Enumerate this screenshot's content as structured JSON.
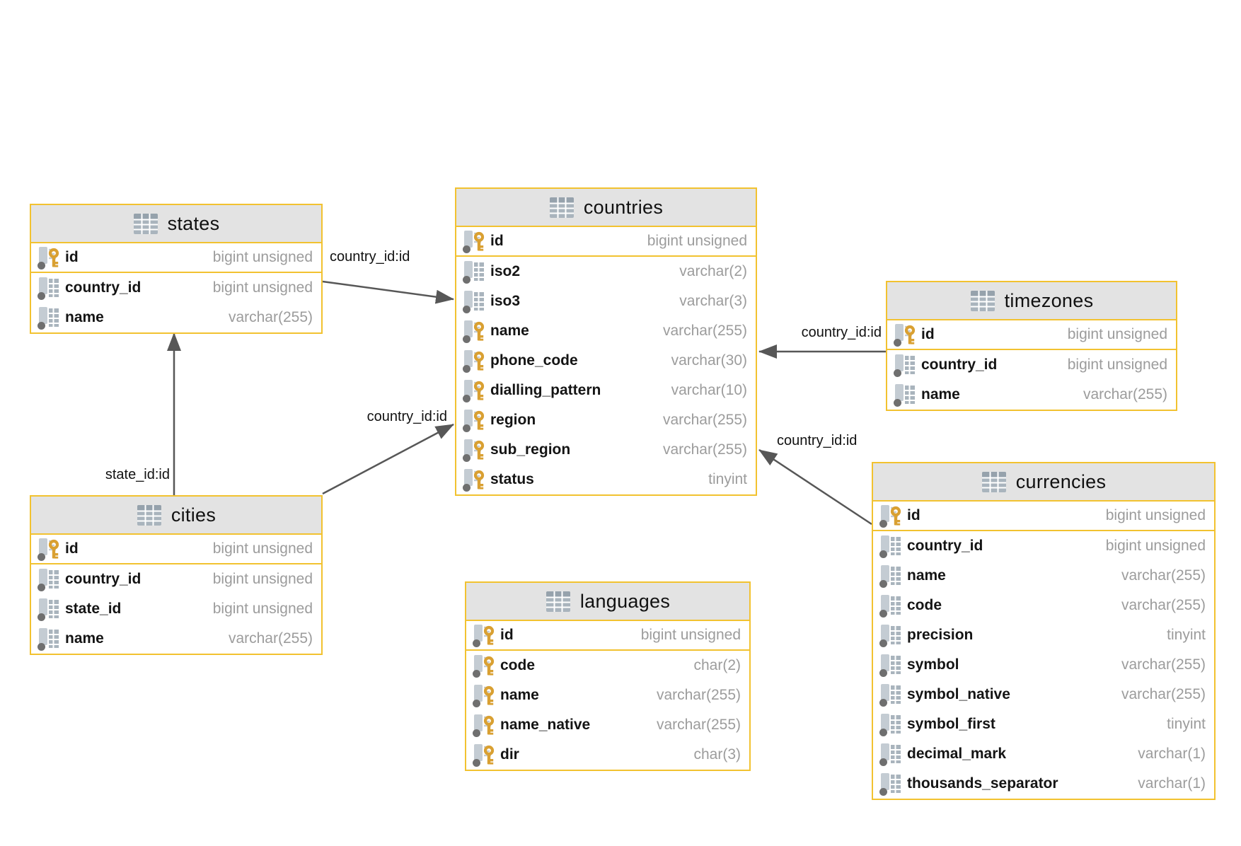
{
  "diagram": {
    "tables": [
      {
        "name": "states",
        "columns": [
          {
            "name": "id",
            "type": "bigint unsigned",
            "icon": "key",
            "pk": true
          },
          {
            "name": "country_id",
            "type": "bigint unsigned",
            "icon": "column",
            "pk": false
          },
          {
            "name": "name",
            "type": "varchar(255)",
            "icon": "column",
            "pk": false
          }
        ]
      },
      {
        "name": "countries",
        "columns": [
          {
            "name": "id",
            "type": "bigint unsigned",
            "icon": "key",
            "pk": true
          },
          {
            "name": "iso2",
            "type": "varchar(2)",
            "icon": "column",
            "pk": false
          },
          {
            "name": "iso3",
            "type": "varchar(3)",
            "icon": "column",
            "pk": false
          },
          {
            "name": "name",
            "type": "varchar(255)",
            "icon": "key",
            "pk": false
          },
          {
            "name": "phone_code",
            "type": "varchar(30)",
            "icon": "key",
            "pk": false
          },
          {
            "name": "dialling_pattern",
            "type": "varchar(10)",
            "icon": "key",
            "pk": false
          },
          {
            "name": "region",
            "type": "varchar(255)",
            "icon": "key",
            "pk": false
          },
          {
            "name": "sub_region",
            "type": "varchar(255)",
            "icon": "key",
            "pk": false
          },
          {
            "name": "status",
            "type": "tinyint",
            "icon": "key",
            "pk": false
          }
        ]
      },
      {
        "name": "timezones",
        "columns": [
          {
            "name": "id",
            "type": "bigint unsigned",
            "icon": "key",
            "pk": true
          },
          {
            "name": "country_id",
            "type": "bigint unsigned",
            "icon": "column",
            "pk": false
          },
          {
            "name": "name",
            "type": "varchar(255)",
            "icon": "column",
            "pk": false
          }
        ]
      },
      {
        "name": "cities",
        "columns": [
          {
            "name": "id",
            "type": "bigint unsigned",
            "icon": "key",
            "pk": true
          },
          {
            "name": "country_id",
            "type": "bigint unsigned",
            "icon": "column",
            "pk": false
          },
          {
            "name": "state_id",
            "type": "bigint unsigned",
            "icon": "column",
            "pk": false
          },
          {
            "name": "name",
            "type": "varchar(255)",
            "icon": "column",
            "pk": false
          }
        ]
      },
      {
        "name": "languages",
        "columns": [
          {
            "name": "id",
            "type": "bigint unsigned",
            "icon": "key",
            "pk": true
          },
          {
            "name": "code",
            "type": "char(2)",
            "icon": "key",
            "pk": false
          },
          {
            "name": "name",
            "type": "varchar(255)",
            "icon": "key",
            "pk": false
          },
          {
            "name": "name_native",
            "type": "varchar(255)",
            "icon": "key",
            "pk": false
          },
          {
            "name": "dir",
            "type": "char(3)",
            "icon": "key",
            "pk": false
          }
        ]
      },
      {
        "name": "currencies",
        "columns": [
          {
            "name": "id",
            "type": "bigint unsigned",
            "icon": "key",
            "pk": true
          },
          {
            "name": "country_id",
            "type": "bigint unsigned",
            "icon": "column",
            "pk": false
          },
          {
            "name": "name",
            "type": "varchar(255)",
            "icon": "column",
            "pk": false
          },
          {
            "name": "code",
            "type": "varchar(255)",
            "icon": "column",
            "pk": false
          },
          {
            "name": "precision",
            "type": "tinyint",
            "icon": "column",
            "pk": false
          },
          {
            "name": "symbol",
            "type": "varchar(255)",
            "icon": "column",
            "pk": false
          },
          {
            "name": "symbol_native",
            "type": "varchar(255)",
            "icon": "column",
            "pk": false
          },
          {
            "name": "symbol_first",
            "type": "tinyint",
            "icon": "column",
            "pk": false
          },
          {
            "name": "decimal_mark",
            "type": "varchar(1)",
            "icon": "column",
            "pk": false
          },
          {
            "name": "thousands_separator",
            "type": "varchar(1)",
            "icon": "column",
            "pk": false
          }
        ]
      }
    ],
    "relationships": [
      {
        "from": "states.country_id",
        "to": "countries.id",
        "label": "country_id:id"
      },
      {
        "from": "cities.state_id",
        "to": "states.id",
        "label": "state_id:id"
      },
      {
        "from": "cities.country_id",
        "to": "countries.id",
        "label": "country_id:id"
      },
      {
        "from": "timezones.country_id",
        "to": "countries.id",
        "label": "country_id:id"
      },
      {
        "from": "currencies.country_id",
        "to": "countries.id",
        "label": "country_id:id"
      }
    ],
    "colors": {
      "table_border": "#f2c230",
      "header_background": "#e3e3e3",
      "column_name": "#141414",
      "column_type": "#9c9c9c",
      "wire": "#575757",
      "key_icon": "#d9a032",
      "grid_icon": "#a9b4bd"
    }
  }
}
